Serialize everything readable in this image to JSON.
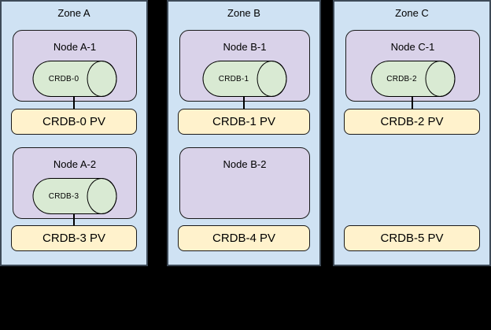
{
  "diagram": {
    "background_color": "#000000",
    "zone_fill_color": "#cfe2f3",
    "zone_border_color": "#3e4a57",
    "node_fill_color": "#d9d2e9",
    "pod_fill_color": "#d9ead3",
    "pv_fill_color": "#fff2cc",
    "border_color": "#000000",
    "text_color": "#000000",
    "zones": [
      {
        "label": "Zone A",
        "nodes": [
          {
            "label": "Node A-1",
            "pod": "CRDB-0",
            "pv": "CRDB-0 PV"
          },
          {
            "label": "Node A-2",
            "pod": "CRDB-3",
            "pv": "CRDB-3 PV"
          }
        ]
      },
      {
        "label": "Zone B",
        "nodes": [
          {
            "label": "Node B-1",
            "pod": "CRDB-1",
            "pv": "CRDB-1 PV"
          },
          {
            "label": "Node B-2",
            "pod": "",
            "pv": "CRDB-4 PV"
          }
        ]
      },
      {
        "label": "Zone C",
        "nodes": [
          {
            "label": "Node C-1",
            "pod": "CRDB-2",
            "pv": "CRDB-2 PV"
          },
          {
            "label": "",
            "pod": "",
            "pv": "CRDB-5 PV"
          }
        ]
      }
    ]
  }
}
